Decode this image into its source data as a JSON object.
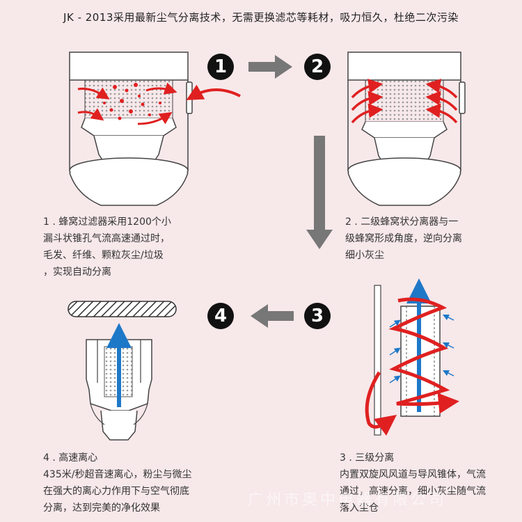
{
  "headline": "JK - 2013采用最新尘气分离技术，无需更换滤芯等耗材，吸力恒久，杜绝二次污染",
  "steps": [
    {
      "number": "1",
      "lines": [
        "1 . 蜂窝过滤器采用1200个小",
        "漏斗状锥孔气流高速通过时，",
        "毛发、纤维、颗粒灰尘/垃圾",
        "，实现自动分离"
      ]
    },
    {
      "number": "2",
      "lines": [
        "2 . 二级蜂窝状分离器与一",
        "级蜂窝形成角度，逆向分离",
        "细小灰尘"
      ]
    },
    {
      "number": "3",
      "lines": [
        "3 . 三级分离",
        "内置双旋风风道与导风锥体，气流",
        "通过，高速分离，细小灰尘随气流",
        "落入尘仓"
      ]
    },
    {
      "number": "4",
      "lines": [
        "4 . 高速离心",
        "435米/秒超音速离心，粉尘与微尘",
        "在强大的离心力作用下与空气彻底",
        "分离，达到完美的净化效果"
      ]
    }
  ],
  "watermark": "广州市奥中电器有限公司",
  "colors": {
    "background": "#f7e8ea",
    "badge": "#111111",
    "arrow_gray": "#777777",
    "airflow_red": "#e02020",
    "airflow_blue": "#1e78c8"
  }
}
